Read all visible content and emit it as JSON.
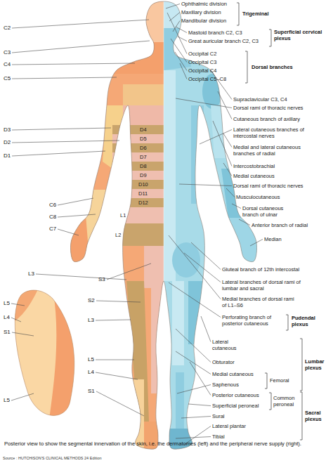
{
  "diagram": {
    "caption": "Posterior view to show the segmental innervation of the skin, i.e. the dermatomes (left) and the peripheral nerve supply (right).",
    "labels": [
      "Ophthalmic division",
      "Maxillary division",
      "Mandibular division",
      "Trigeminal",
      "Mastoid branch C2, C3",
      "Great auricular branch C2, C3",
      "Superficial cervical plexus",
      "Occipital C2",
      "Occipital C3",
      "Occipital C4",
      "Occipital C5–C8",
      "Dorsal branches",
      "Supraclavicular C3, C4",
      "Dorsal rami of thoracic nerves",
      "Cutaneous branch of axillary",
      "Lateral cutaneous branches of intercostal nerves",
      "Medial and lateral cutaneous branches of radial",
      "Intercostobrachial",
      "Medial cutaneous",
      "Dorsal rami of thoracic nerves",
      "Musculocutaneous",
      "Dorsal cutaneous branch of ulnar",
      "Anterior branch of radial",
      "Median",
      "Gluteal branch of 12th intercostal",
      "Lateral branches of dorsal rami of lumbar and sacral",
      "Medial branches of dorsal rami of L1–S6",
      "Perforating branch of posterior cutaneous",
      "Pudendal plexus",
      "Lateral cutaneous",
      "Obturator",
      "Medial cutaneous",
      "Femoral",
      "Saphenous",
      "Posterior cutaneous",
      "Common peroneal",
      "Superficial peroneal",
      "Sural",
      "Lateral plantar",
      "Tibial",
      "Lumbar plexus",
      "Sacral plexus",
      "C2",
      "C3",
      "C4",
      "C5",
      "D3",
      "D2",
      "D1",
      "C6",
      "C8",
      "C7",
      "L3",
      "S3",
      "S2",
      "L3",
      "L5",
      "L4",
      "S1",
      "L5",
      "L4",
      "S1",
      "L5",
      "D4",
      "D5",
      "D6",
      "D7",
      "D8",
      "D9",
      "D10",
      "D11",
      "D12",
      "L1",
      "L2",
      "Source : HUTCHISON'S CLINICAL METHODS 24 Edition"
    ]
  }
}
